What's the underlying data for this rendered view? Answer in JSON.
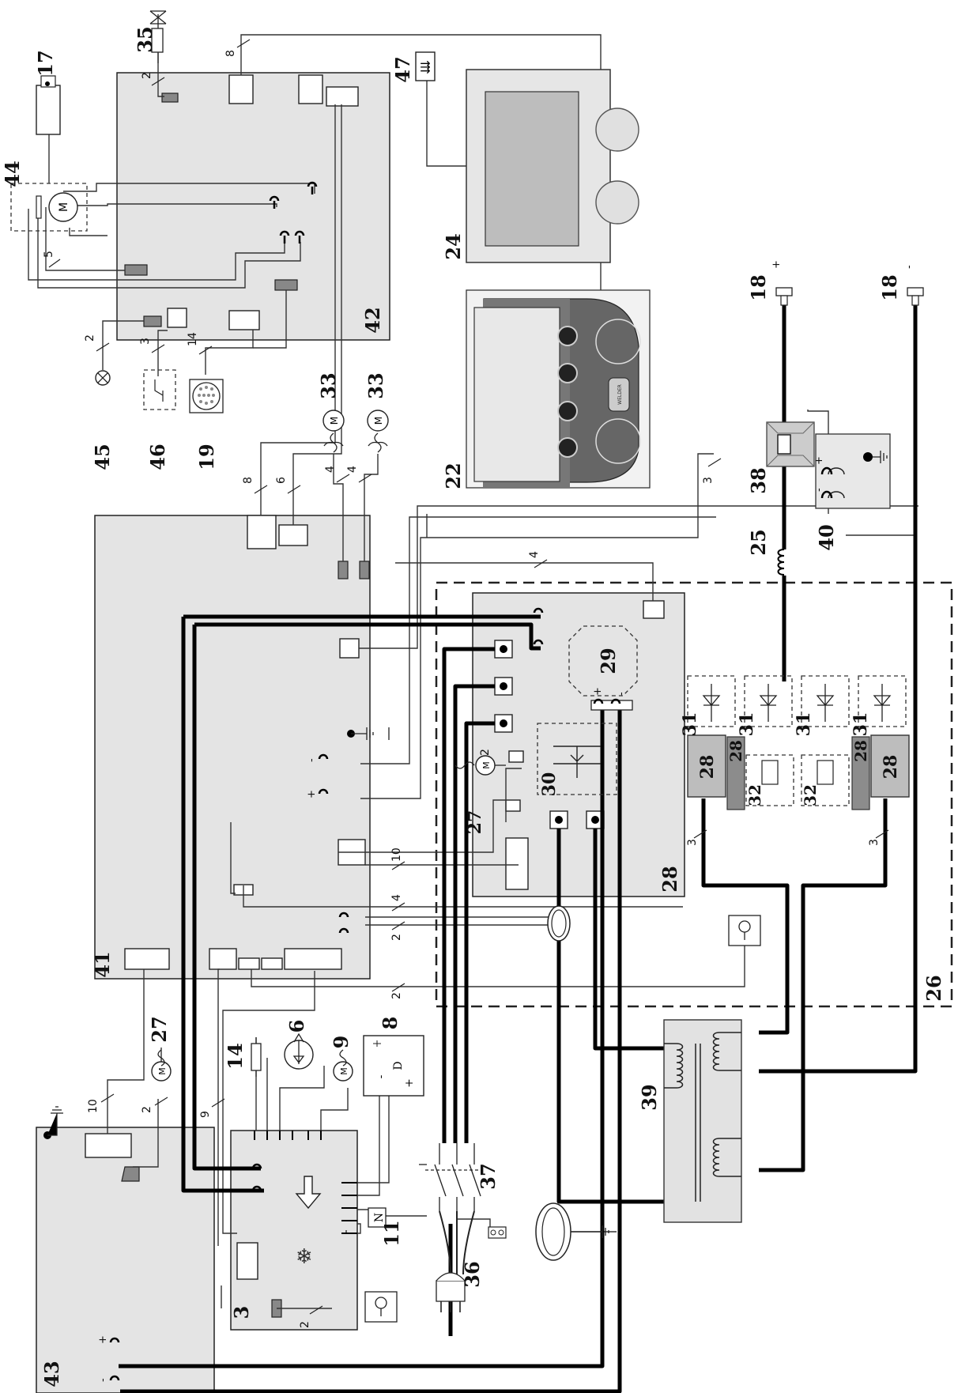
{
  "labels": {
    "l17": "17",
    "l35": "35",
    "l44": "44",
    "l47": "47",
    "l42": "42",
    "l24": "24",
    "l22": "22",
    "l45": "45",
    "l46": "46",
    "l19": "19",
    "l33a": "33",
    "l33b": "33",
    "l18a": "18",
    "l18b": "18",
    "l38": "38",
    "l40": "40",
    "l25": "25",
    "l29": "29",
    "l31a": "31",
    "l31b": "31",
    "l31c": "31",
    "l31d": "31",
    "l28a": "28",
    "l28b": "28",
    "l28c": "28",
    "l28d": "28",
    "l28e": "28",
    "l32a": "32",
    "l32b": "32",
    "l30": "30",
    "l27a": "27",
    "l27b": "27",
    "l26": "26",
    "l41": "41",
    "l14": "14",
    "l6": "6",
    "l9": "9",
    "l8": "8",
    "l39": "39",
    "l37": "37",
    "l36": "36",
    "l11": "11",
    "l3": "3",
    "l43": "43"
  },
  "wire_counts": {
    "w2_35": "2",
    "w8_top": "8",
    "w5_44": "5",
    "w2_45": "2",
    "w3_46": "3",
    "w14_19": "14",
    "w8_41": "8",
    "w6_41": "6",
    "w4_33a": "4",
    "w4_33b": "4",
    "w3_38": "3",
    "w4_28": "4",
    "w10_28": "10",
    "w4_mid": "4",
    "w2_mid": "2",
    "w2_key": "2",
    "w3_l": "3",
    "w3_r": "3",
    "w10_43": "10",
    "w2_27": "2",
    "w9": "9",
    "w2_3": "2",
    "w2_27b": "2"
  },
  "polarity": {
    "plus_top": "+",
    "minus_top": "-",
    "plus_40": "+",
    "minus_40": "-",
    "plus_41": "+",
    "minus_41": "-",
    "plus_43": "+",
    "minus_43": "-",
    "plus_29": "+",
    "minus_29": "-"
  },
  "glyphs": {
    "motor": "M",
    "n_mark": "N",
    "d_mark": "D",
    "d_minus": "-",
    "d_plus": "+",
    "brand_text": "WELDER"
  }
}
